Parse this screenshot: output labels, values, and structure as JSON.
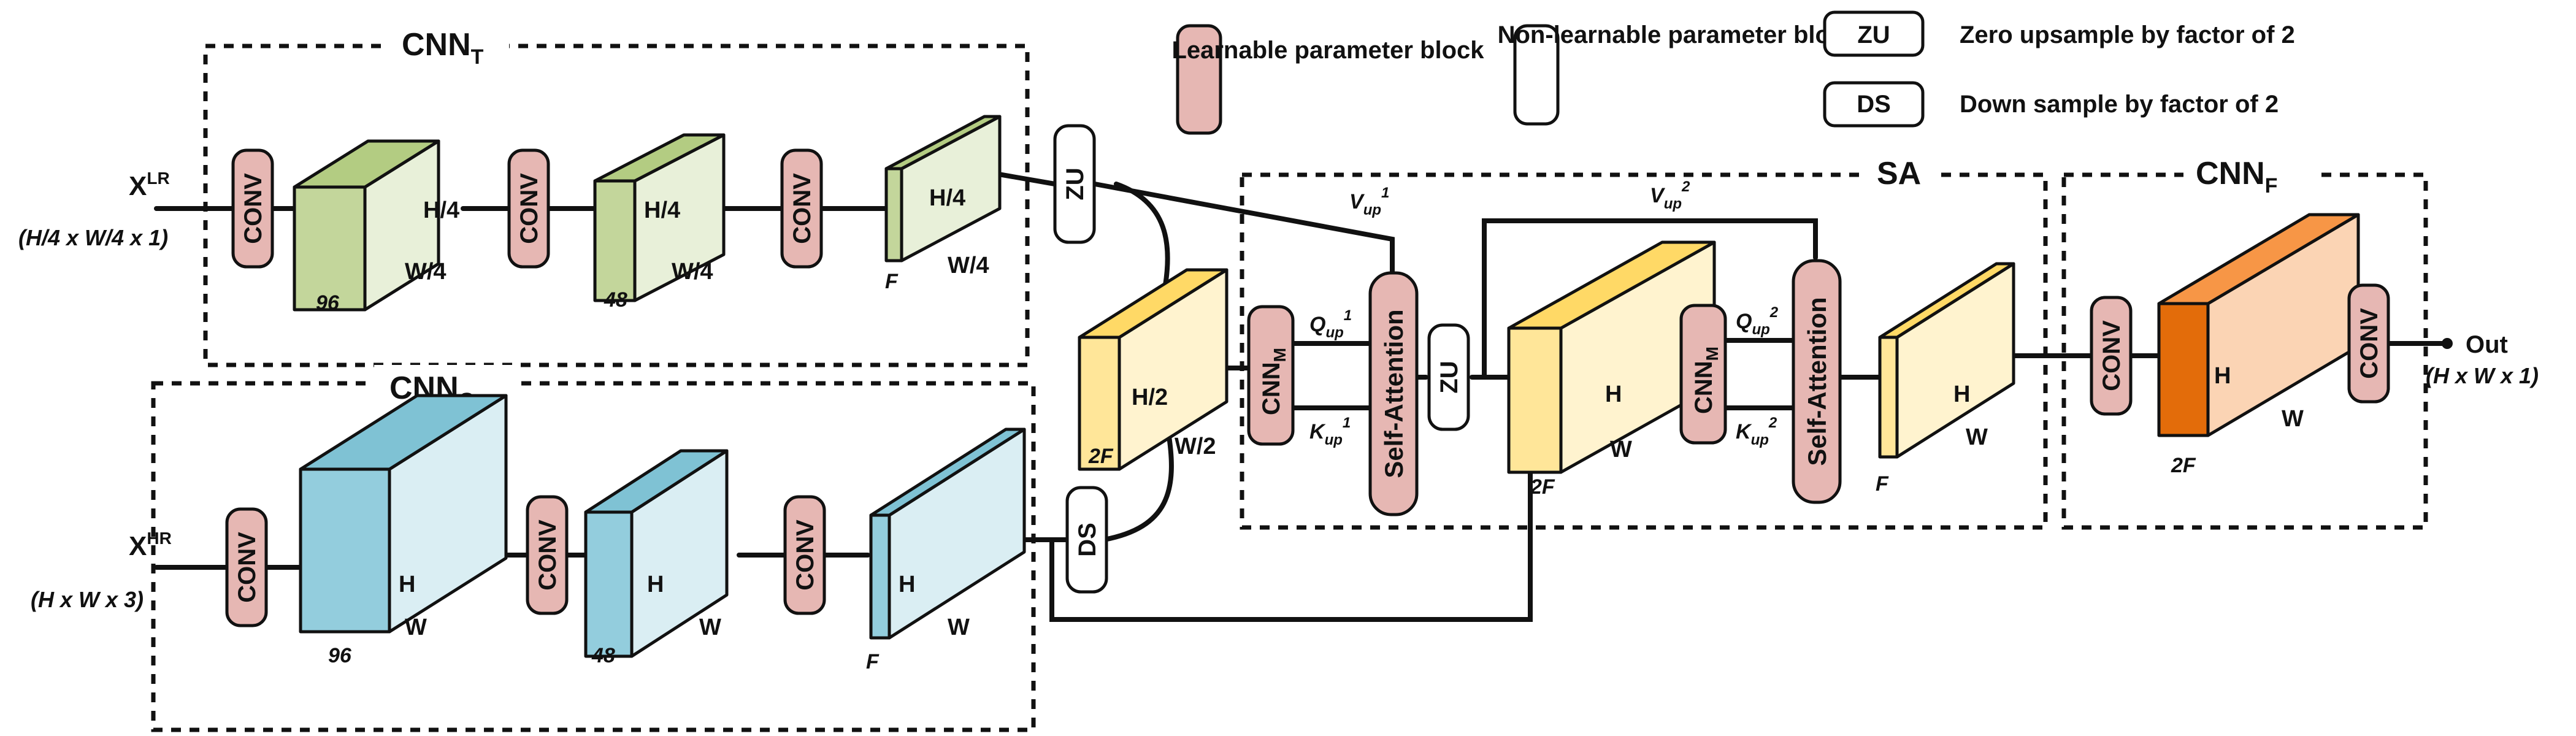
{
  "colors": {
    "learnable": "#e6b7b3",
    "non_learnable": "#ffffff",
    "green_front": "#c3d69b",
    "green_side": "#e8f0d9",
    "green_top": "#b3cc82",
    "blue_front": "#93cddd",
    "blue_side": "#daeef3",
    "blue_top": "#7fc2d4",
    "yellow_front": "#ffe699",
    "yellow_side": "#fff3cf",
    "yellow_top": "#ffd966",
    "orange_front": "#e36c0a",
    "orange_side": "#fbd4b4",
    "orange_top": "#f79646"
  },
  "legend": {
    "learnable_label": "Learnable parameter block",
    "non_learnable_label": "Non-learnable parameter block",
    "zu_key": "ZU",
    "zu_desc": "Zero upsample by factor of 2",
    "ds_key": "DS",
    "ds_desc": "Down sample  by factor of 2"
  },
  "groups": {
    "cnn_t": {
      "main": "CNN",
      "sub": "T"
    },
    "cnn_g": {
      "main": "CNN",
      "sub": "G"
    },
    "sa": "SA",
    "cnn_f": {
      "main": "CNN",
      "sub": "F"
    }
  },
  "inputs": {
    "lr": {
      "main": "X",
      "sup": "LR",
      "dims": "(H/4 x W/4 x 1)"
    },
    "hr": {
      "main": "X",
      "sup": "HR",
      "dims": "(H x W x 3)"
    }
  },
  "output": {
    "label": "Out",
    "dims": "(H x W x 1)"
  },
  "blocks": {
    "conv": "CONV",
    "zu": "ZU",
    "ds": "DS",
    "cnn_m": {
      "main": "CNN",
      "sub": "M"
    },
    "self_attention": "Self-Attention"
  },
  "tensors": {
    "t1": {
      "h": "H/4",
      "w": "W/4",
      "c": "96"
    },
    "t2": {
      "h": "H/4",
      "w": "W/4",
      "c": "48"
    },
    "t3": {
      "h": "H/4",
      "w": "W/4",
      "c": "F"
    },
    "g1": {
      "h": "H",
      "w": "W",
      "c": "96"
    },
    "g2": {
      "h": "H",
      "w": "W",
      "c": "48"
    },
    "g3": {
      "h": "H",
      "w": "W",
      "c": "F"
    },
    "m1": {
      "h": "H/2",
      "w": "W/2",
      "c": "2F"
    },
    "s1": {
      "h": "H",
      "w": "W",
      "c": "2F"
    },
    "s2": {
      "h": "H",
      "w": "W",
      "c": "F"
    },
    "f1": {
      "h": "H",
      "w": "W",
      "c": "2F"
    }
  },
  "signals": {
    "vup1": {
      "main": "V",
      "sub": "up",
      "sup": "1"
    },
    "qup1": {
      "main": "Q",
      "sub": "up",
      "sup": "1"
    },
    "kup1": {
      "main": "K",
      "sub": "up",
      "sup": "1"
    },
    "vup2": {
      "main": "V",
      "sub": "up",
      "sup": "2"
    },
    "qup2": {
      "main": "Q",
      "sub": "up",
      "sup": "2"
    },
    "kup2": {
      "main": "K",
      "sub": "up",
      "sup": "2"
    }
  }
}
